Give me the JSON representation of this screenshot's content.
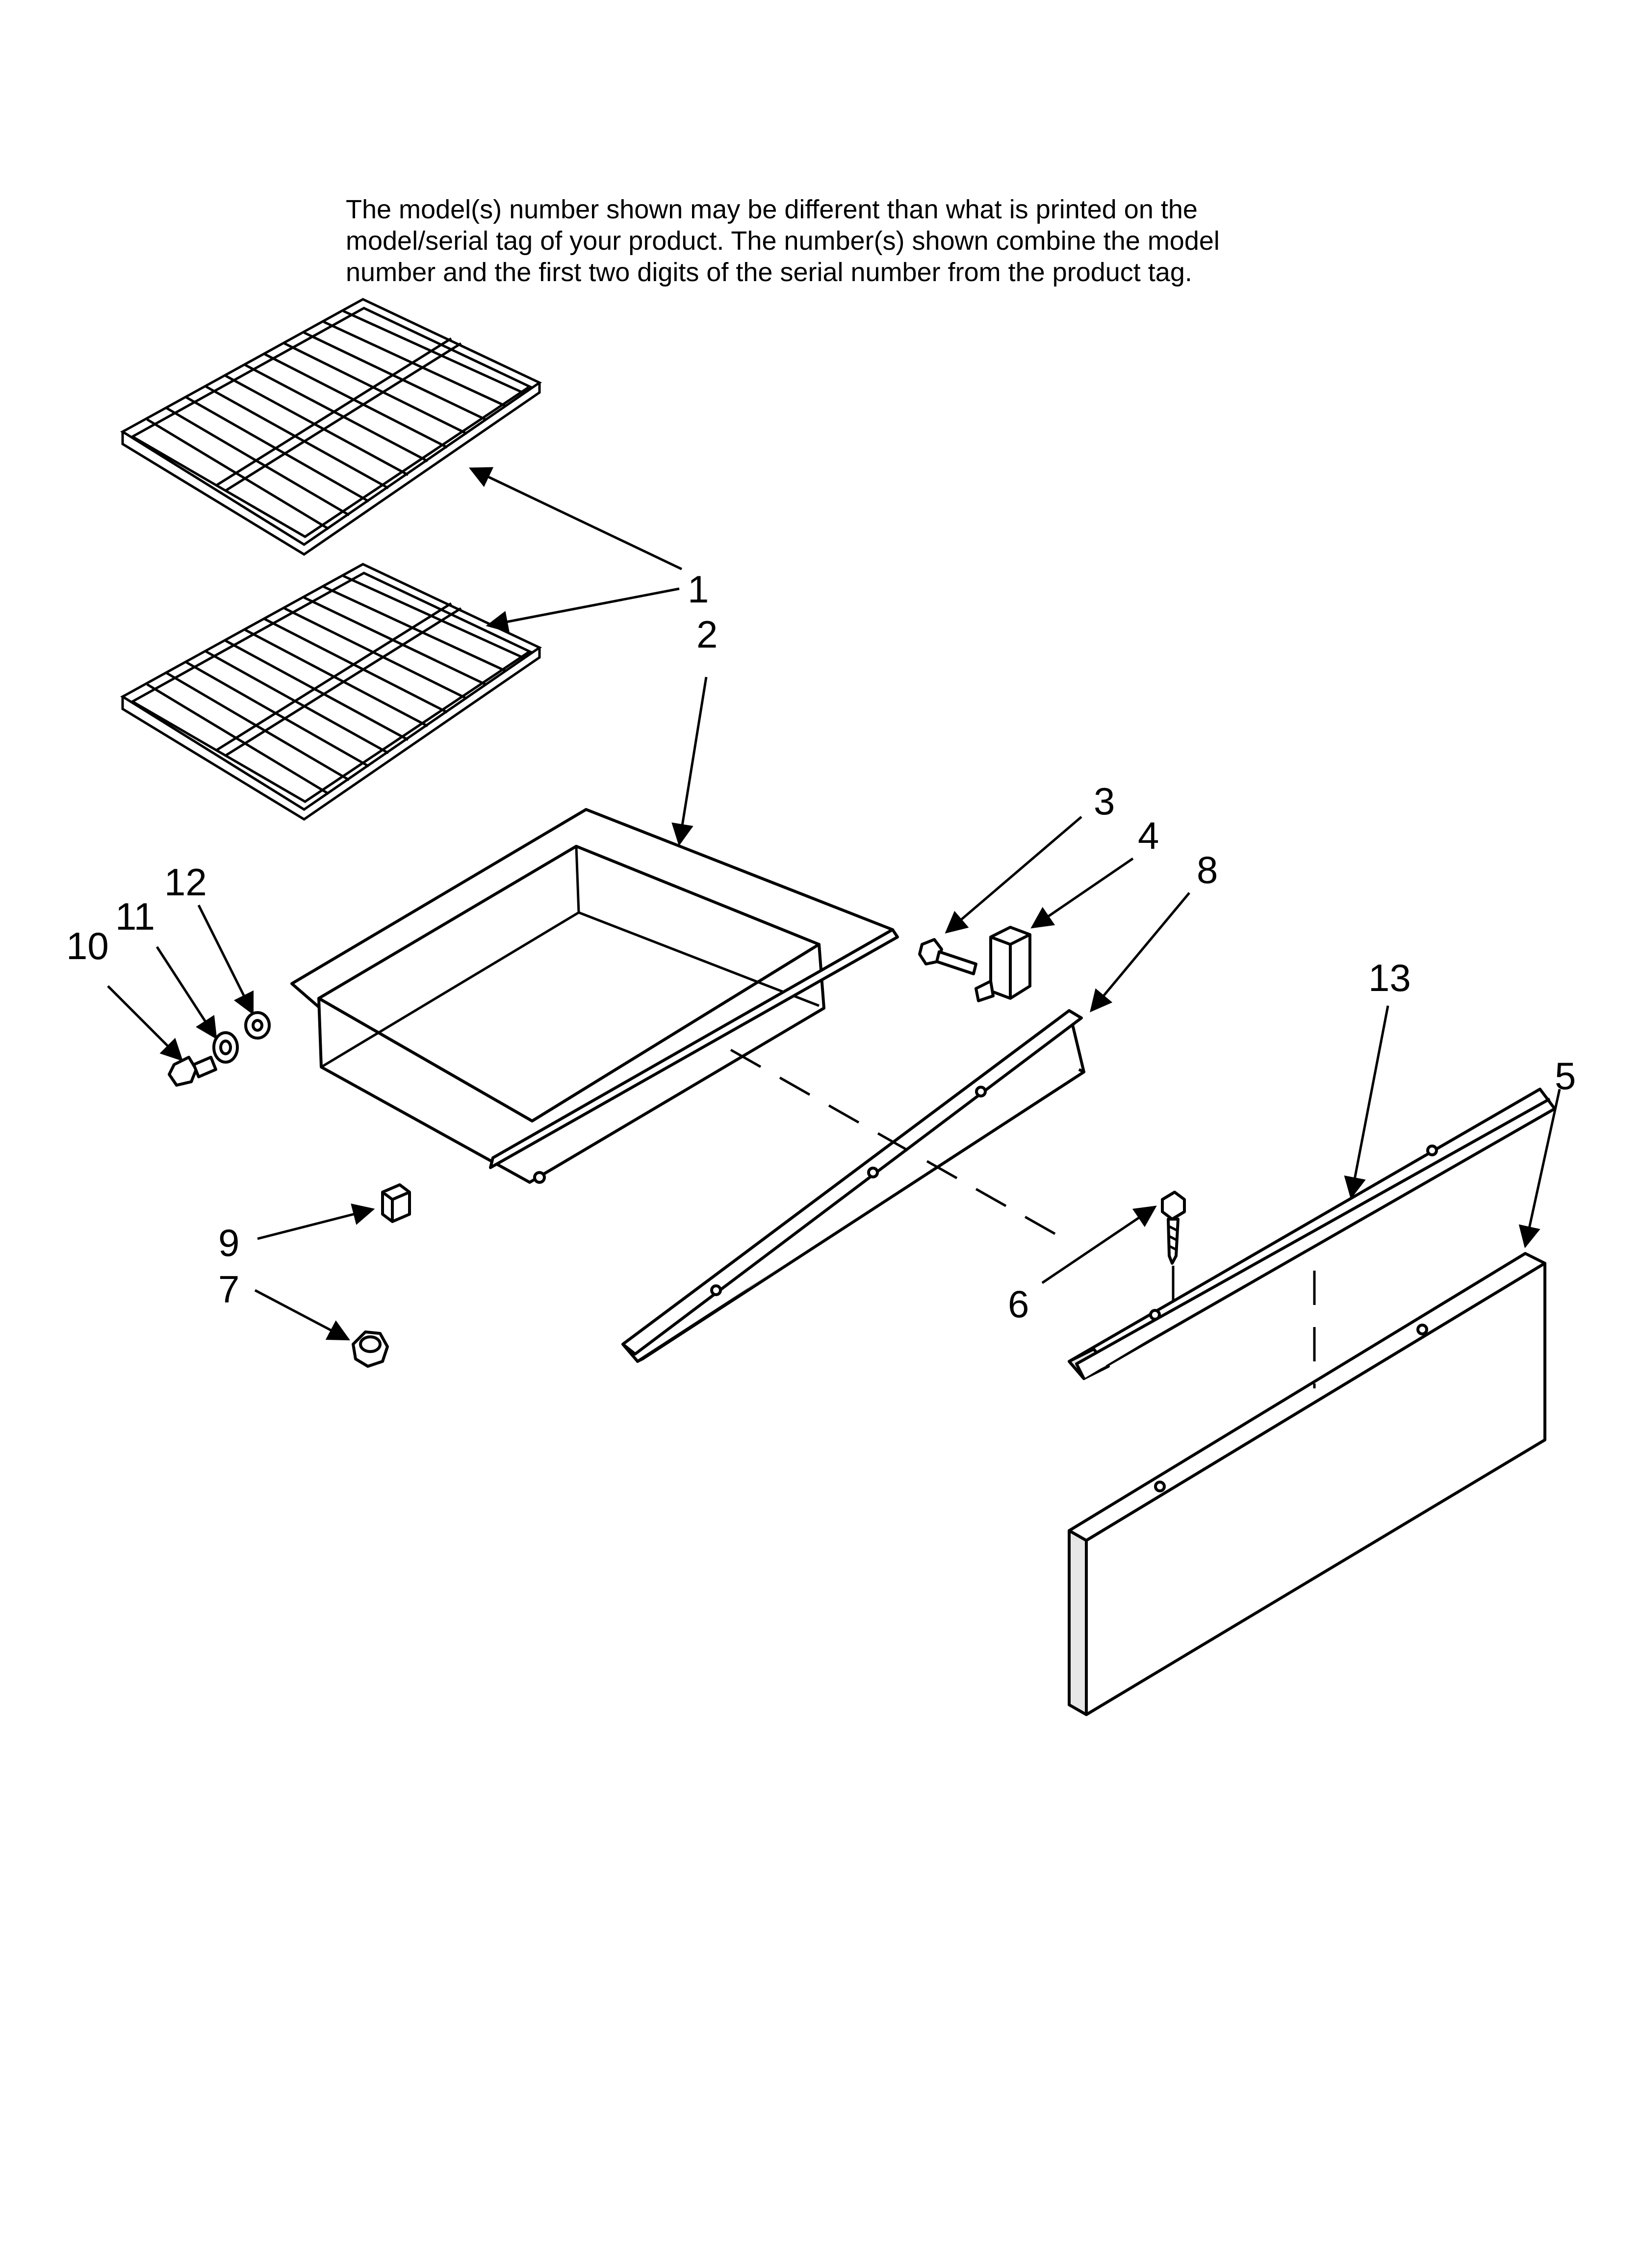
{
  "disclaimer": {
    "line1": "The model(s) number shown may be different than what is printed on the",
    "line2": "model/serial tag of your product. The number(s) shown combine the model",
    "line3": "number and the first two digits of the serial number from the product tag."
  },
  "callouts": {
    "c1": "1",
    "c2": "2",
    "c3": "3",
    "c4": "4",
    "c5": "5",
    "c6": "6",
    "c7": "7",
    "c8": "8",
    "c9": "9",
    "c10": "10",
    "c11": "11",
    "c12": "12",
    "c13": "13"
  }
}
